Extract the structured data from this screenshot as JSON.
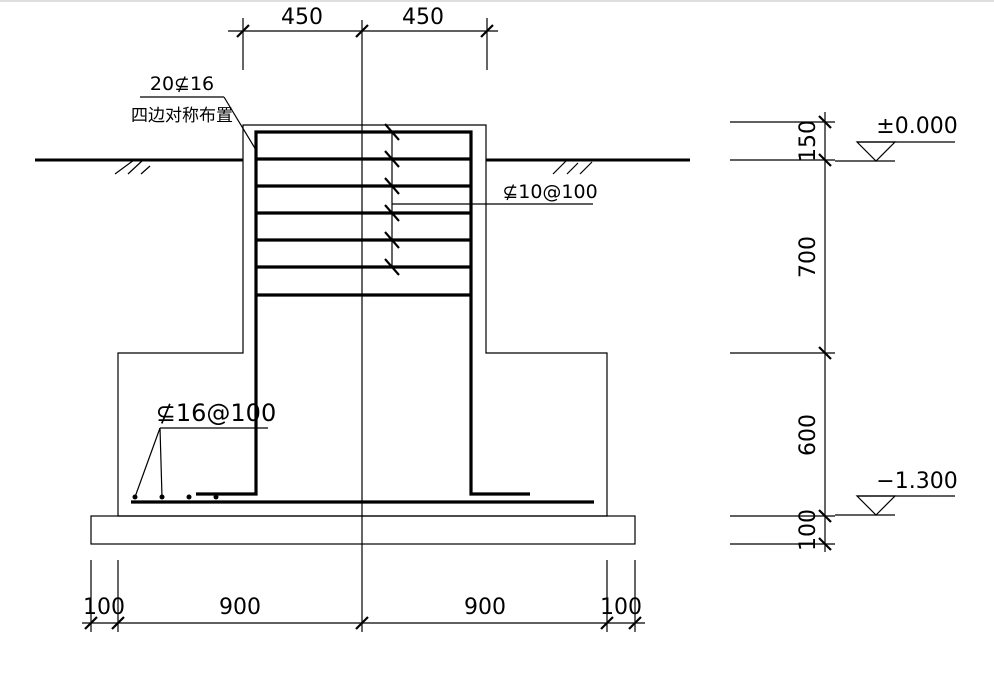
{
  "dimensions": {
    "top": [
      "450",
      "450"
    ],
    "bottom": [
      "100",
      "900",
      "900",
      "100"
    ],
    "right": [
      "150",
      "700",
      "600",
      "100"
    ]
  },
  "annotations": {
    "column_bars": "20⊈16",
    "column_bars_note": "四边对称布置",
    "stirrups": "⊈10@100",
    "base_bars": "⊈16@100"
  },
  "elevations": {
    "top": "±0.000",
    "bottom": "−1.300"
  }
}
